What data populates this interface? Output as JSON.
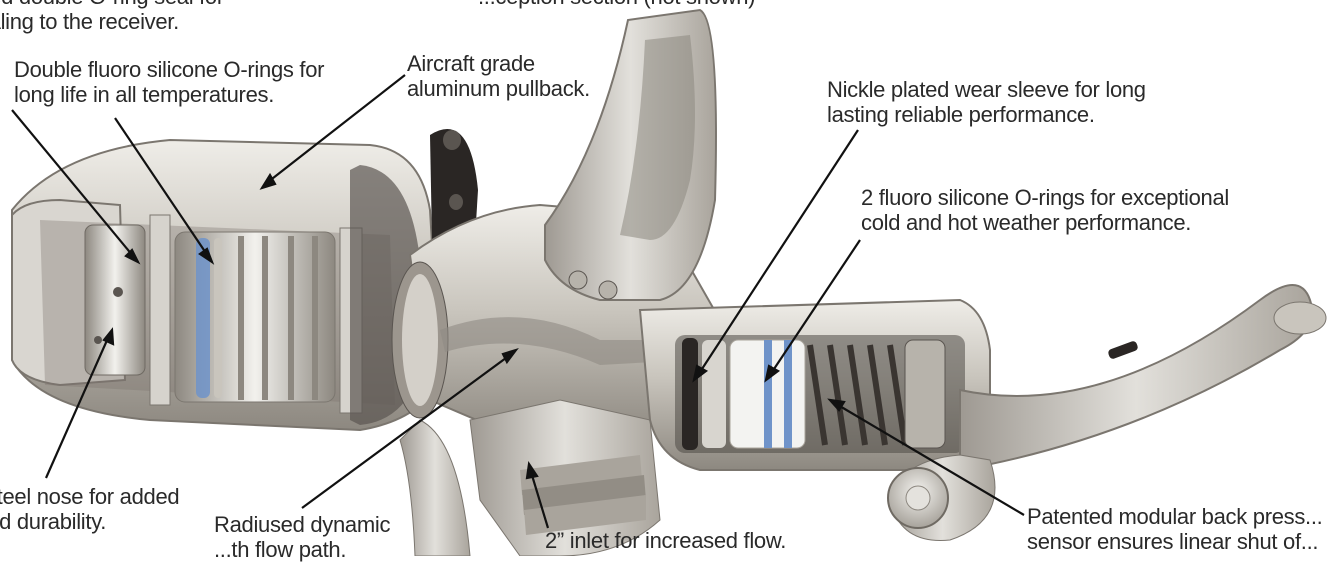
{
  "labels": {
    "top_left": {
      "lines": [
        "...ted double O-ring seal for",
        "sealing to the receiver."
      ]
    },
    "top_mid": {
      "lines": [
        "...ception section (not shown)"
      ]
    },
    "oring_double": {
      "lines": [
        "Double fluoro silicone O-rings for",
        "long life in all temperatures."
      ]
    },
    "aluminum": {
      "lines": [
        "Aircraft grade",
        "aluminum pullback."
      ]
    },
    "wear_sleeve": {
      "lines": [
        "Nickle plated wear sleeve for long",
        "lasting reliable performance."
      ]
    },
    "oring_two": {
      "lines": [
        "2 fluoro silicone O-rings for exceptional",
        "cold and hot weather performance."
      ]
    },
    "nose": {
      "lines": [
        "...s steel nose for added",
        "... and durability."
      ]
    },
    "radiused": {
      "lines": [
        "Radiused dynamic",
        "...th flow path."
      ]
    },
    "inlet": {
      "lines": [
        "2” inlet for increased flow."
      ]
    },
    "sensor": {
      "lines": [
        "Patented modular back press...",
        "sensor ensures linear shut of..."
      ]
    }
  },
  "colors": {
    "metal_light": "#e4e2dd",
    "metal_mid": "#b7b3ab",
    "metal_dark": "#6f6a63",
    "oring_blue": "#6f93c9",
    "gasket_dark": "#2a2624",
    "arrow": "#111111"
  }
}
